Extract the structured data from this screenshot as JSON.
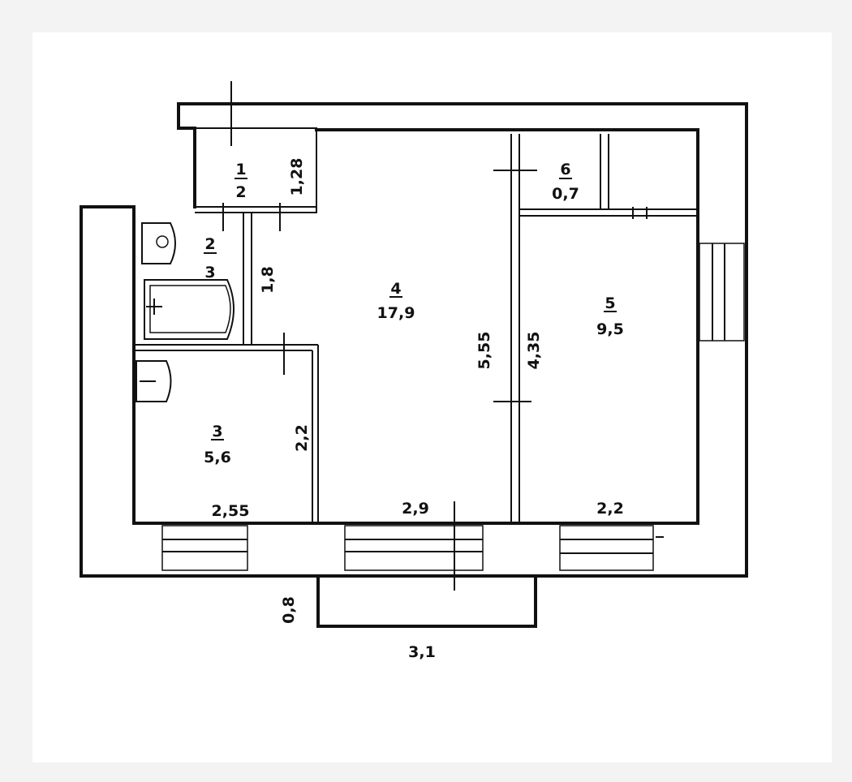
{
  "rooms": [
    {
      "id": "r1",
      "num": "1",
      "area": "2"
    },
    {
      "id": "r2",
      "num": "2",
      "area": "3"
    },
    {
      "id": "r3",
      "num": "3",
      "area": "5,6"
    },
    {
      "id": "r4",
      "num": "4",
      "area": "17,9"
    },
    {
      "id": "r5",
      "num": "5",
      "area": "9,5"
    },
    {
      "id": "r6",
      "num": "6",
      "area": "0,7"
    }
  ],
  "dimensions": {
    "d_1_28": "1,28",
    "d_1_8": "1,8",
    "d_2_2_left": "2,2",
    "d_2_55": "2,55",
    "d_2_9": "2,9",
    "d_2_2_bottom": "2,2",
    "d_5_55": "5,55",
    "d_4_35": "4,35",
    "d_0_8": "0,8",
    "d_3_1": "3,1"
  },
  "colors": {
    "ink": "#111111",
    "paper": "#ffffff",
    "background": "#f3f3f3"
  }
}
